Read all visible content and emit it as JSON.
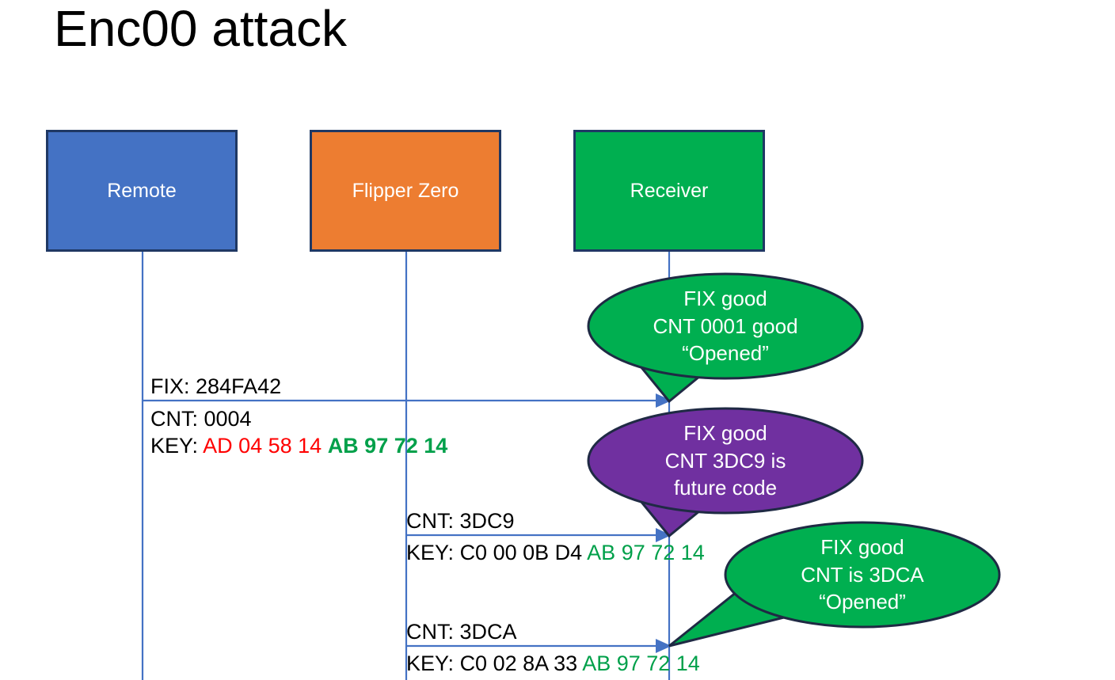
{
  "slide": {
    "title": "Enc00 attack",
    "background": "#ffffff"
  },
  "colors": {
    "remote": "#4472C4",
    "flipper": "#ED7D31",
    "receiver": "#00AF50",
    "bubble_green": "#00AF50",
    "bubble_purple": "#7030A0",
    "box_border": "#1F3864",
    "lifeline": "#4472C4",
    "arrow": "#4472C4",
    "text_red": "#FF0000",
    "text_green": "#00A04A",
    "text_black": "#000000",
    "text_white": "#FFFFFF"
  },
  "nodes": [
    {
      "id": "remote",
      "label": "Remote",
      "color": "#4472C4"
    },
    {
      "id": "flipper",
      "label": "Flipper Zero",
      "color": "#ED7D31"
    },
    {
      "id": "receiver",
      "label": "Receiver",
      "color": "#00AF50"
    }
  ],
  "messages": [
    {
      "id": "msg1",
      "from": "remote",
      "to": "receiver",
      "line1": "FIX: 284FA42",
      "line2": "CNT: 0004",
      "key_label": "KEY:",
      "key_red": "AD 04 58 14",
      "key_green": "AB 97 72 14"
    },
    {
      "id": "msg2",
      "from": "flipper",
      "to": "receiver",
      "line1": "CNT: 3DC9",
      "key_label": "KEY:",
      "key_black": "C0 00 0B D4",
      "key_green": "AB 97 72 14"
    },
    {
      "id": "msg3",
      "from": "flipper",
      "to": "receiver",
      "line1": "CNT: 3DCA",
      "key_label": "KEY:",
      "key_black": "C0 02 8A 33",
      "key_green": "AB 97 72 14"
    }
  ],
  "callouts": [
    {
      "id": "callout1",
      "color": "#00AF50",
      "lines": [
        "FIX good",
        "CNT 0001 good",
        "“Opened”"
      ]
    },
    {
      "id": "callout2",
      "color": "#7030A0",
      "lines": [
        "FIX good",
        "CNT 3DC9 is",
        "future code"
      ]
    },
    {
      "id": "callout3",
      "color": "#00AF50",
      "lines": [
        "FIX good",
        "CNT is 3DCA",
        "“Opened”"
      ]
    }
  ]
}
